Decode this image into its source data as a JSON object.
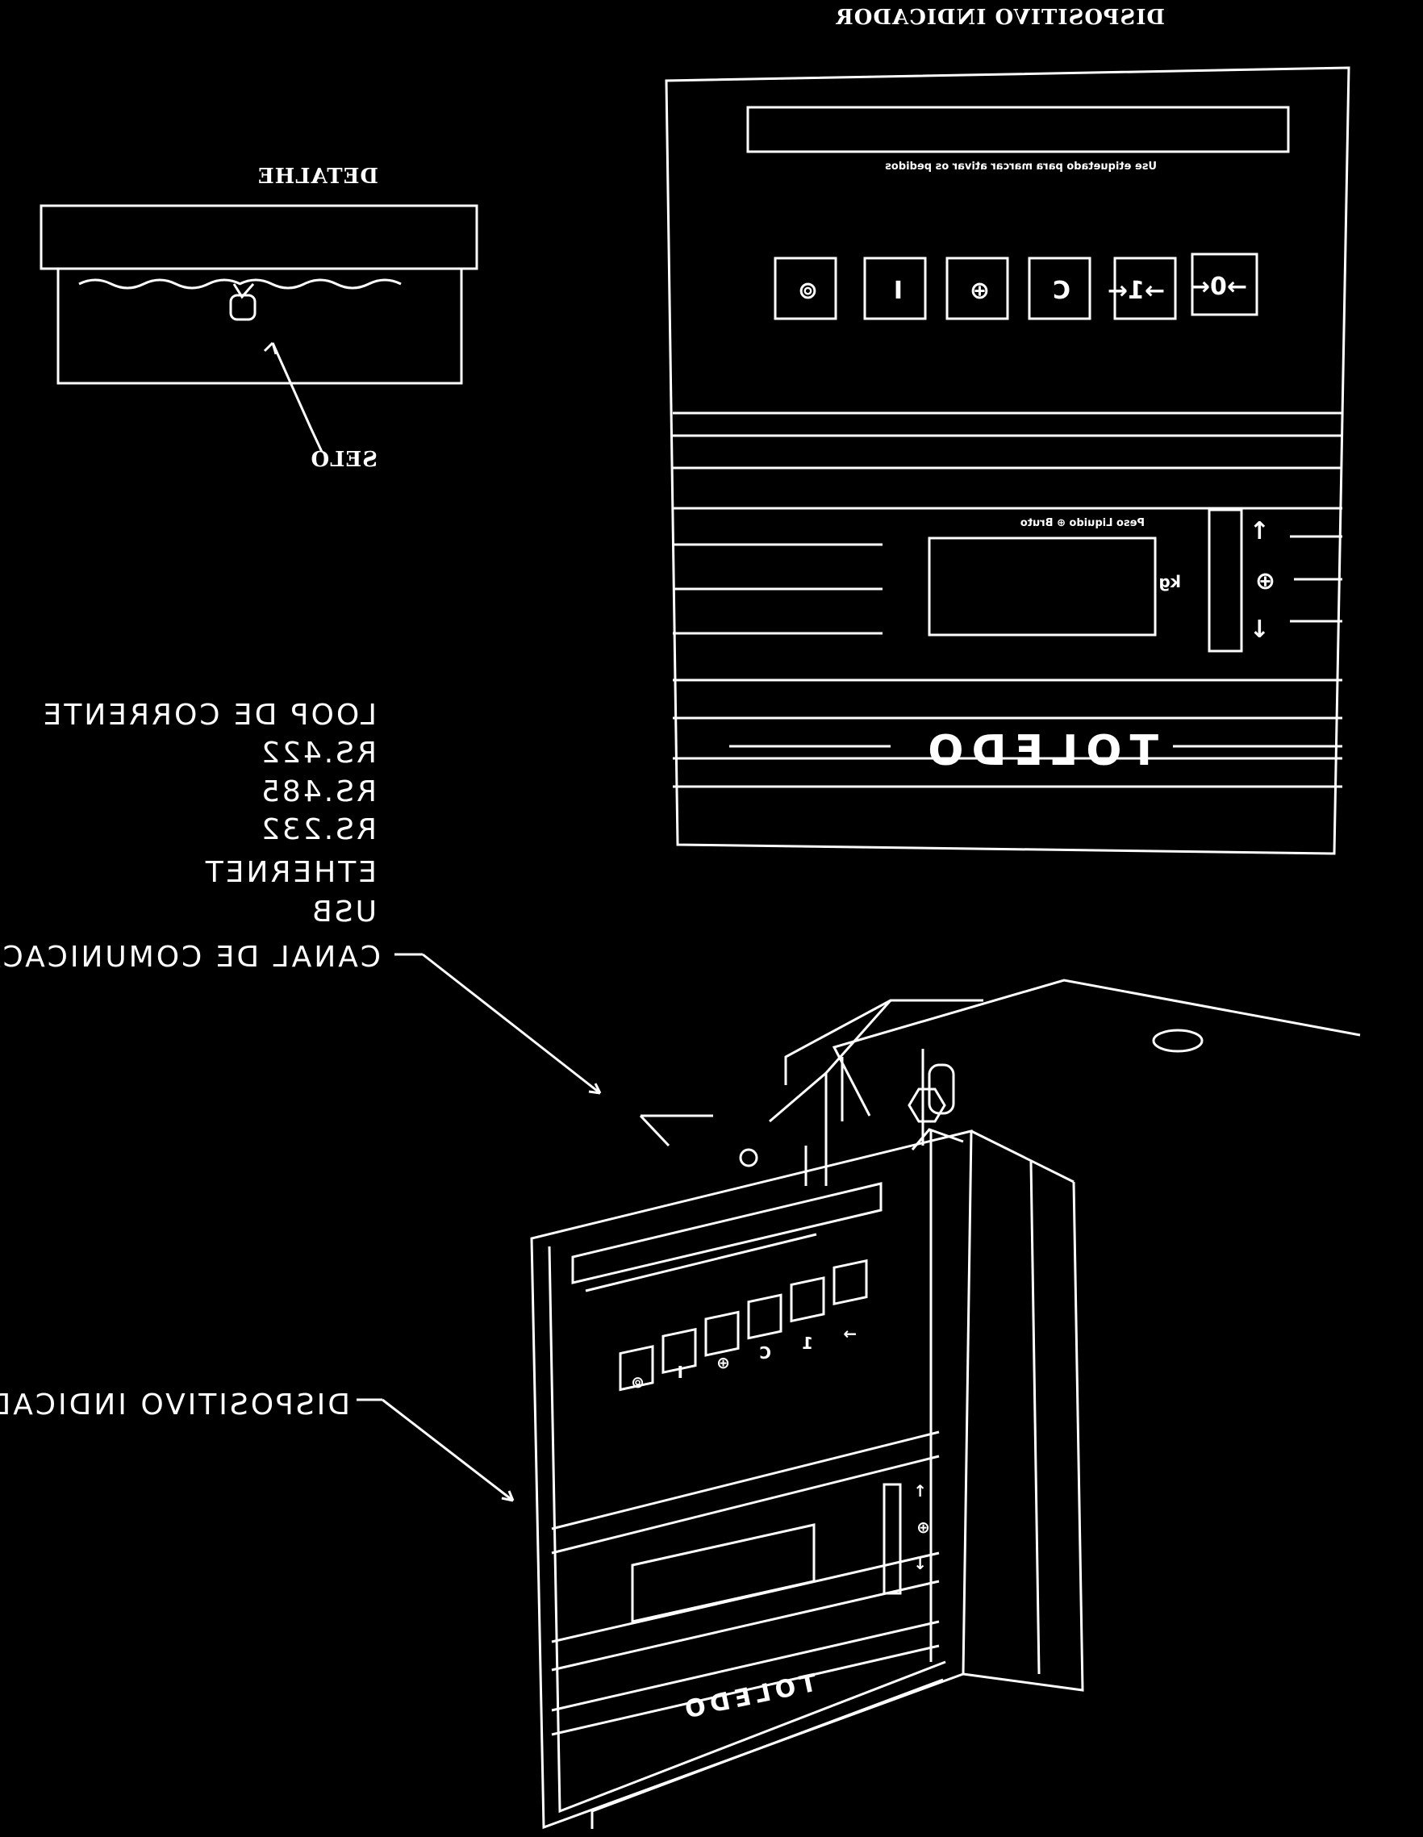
{
  "labels": {
    "title_top": "DISPOSITIVO INDICADOR",
    "detail": "DETALHE",
    "seal": "SELO",
    "channel_list": [
      "LOOP DE CORRENTE",
      "RS.422",
      "RS.485",
      "RS.232",
      "ETHERNET",
      "USB"
    ],
    "channel": "CANAL DE COMUNICACAO",
    "device": "DISPOSITIVO INDICADOR"
  },
  "panel": {
    "brand": "TOLEDO",
    "strip_caption": "Use etiquetado para marcar ativar os pedidos",
    "display_caption": "Peso Liquido ⊕ Bruto",
    "keys": [
      "→0←",
      "→1←",
      "C",
      "⊕",
      "I",
      "⊚"
    ],
    "side_keys": [
      "↑",
      "⊕",
      "↓"
    ]
  },
  "device3d": {
    "brand": "TOLEDO",
    "keys": [
      "→",
      "1",
      "C",
      "⊕",
      "I",
      "⊚"
    ],
    "side_keys": [
      "↑",
      "⊕",
      "↓"
    ]
  }
}
